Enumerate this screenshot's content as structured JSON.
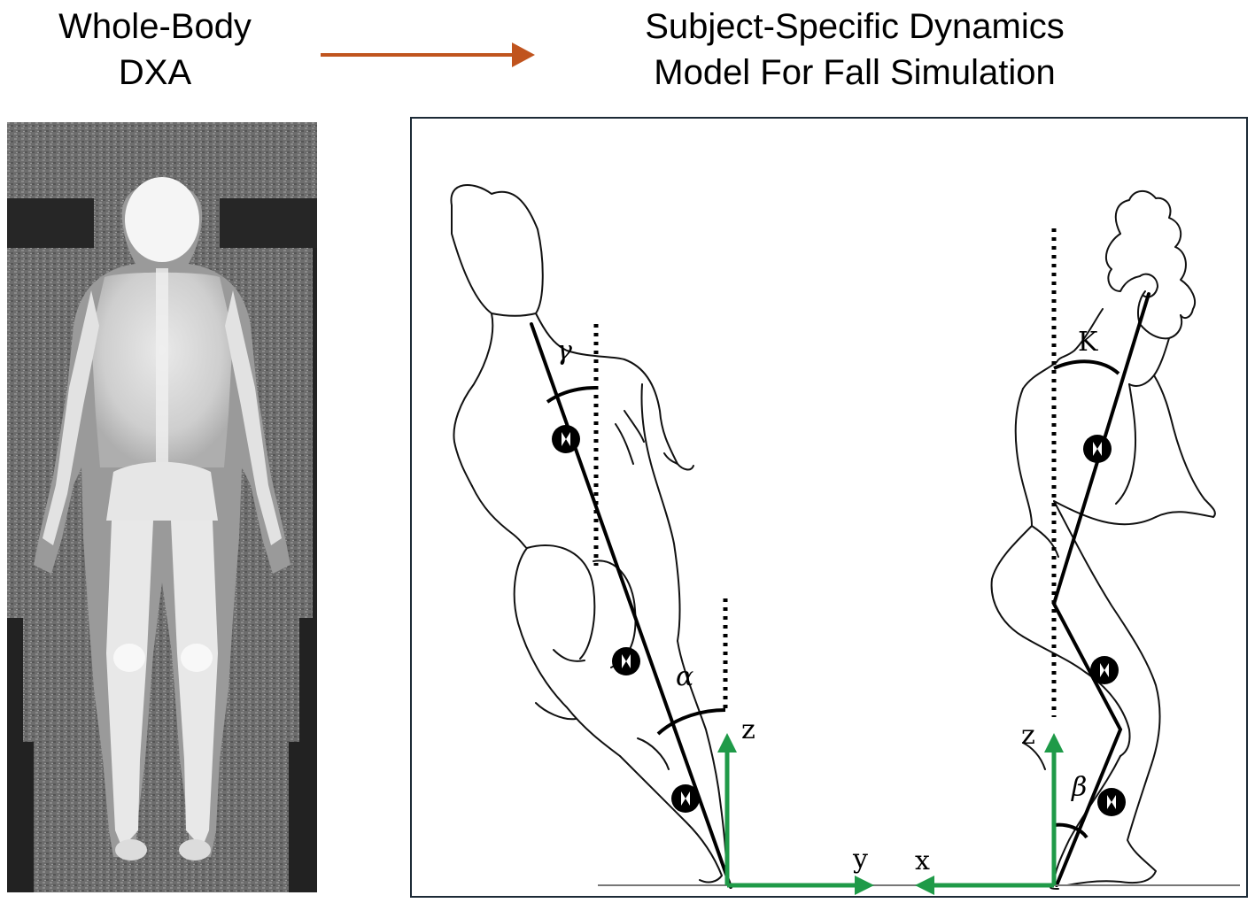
{
  "headings": {
    "left": {
      "line1": "Whole-Body",
      "line2": "DXA"
    },
    "right": {
      "line1": "Subject-Specific Dynamics",
      "line2": "Model For Fall Simulation"
    }
  },
  "colors": {
    "arrow": "#c0541e",
    "axis_arrow": "#1f9a48",
    "panel_border": "#1c2a36",
    "dxa_background": "#222222"
  },
  "model": {
    "angle_labels": {
      "gamma": "γ",
      "alpha": "α",
      "kappa": "K",
      "beta": "β"
    },
    "axis_labels": {
      "left_z": "z",
      "left_y": "y",
      "right_x": "x",
      "right_z": "z"
    }
  }
}
